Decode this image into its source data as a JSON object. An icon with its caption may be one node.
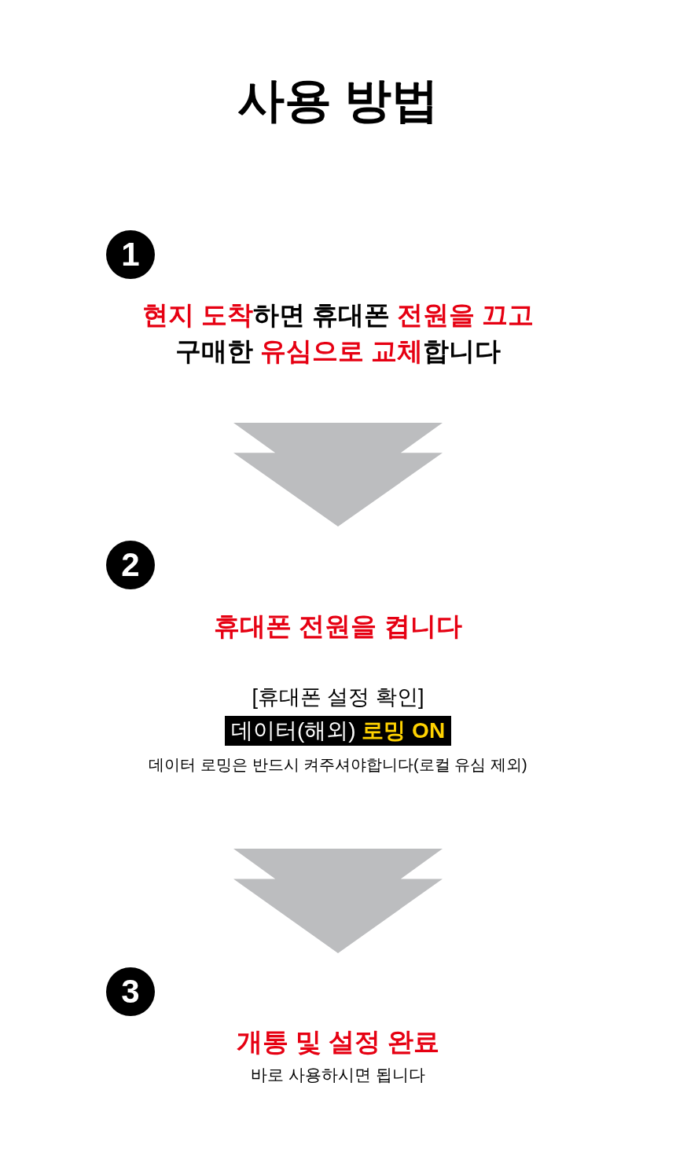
{
  "diagram": {
    "title": "사용 방법",
    "nodes": [
      {
        "text": [
          "1",
          "**현지 도착**하면 휴대폰 **전원을 끄고** 구매한 **유심으로 교체**합니다"
        ]
      },
      {
        "text": [
          "2",
          "휴대폰 전원을 켭니다",
          "[휴대폰 설정 확인]",
          "데이터(해외) **로밍 ON**",
          "데이터 로밍은 반드시 켜주셔야합니다(로컬 유심 제외)"
        ]
      },
      {
        "text": [
          "3",
          "개통 및 설정 완료"
        ]
      }
    ],
    "labels": [
      "바로 사용하시면 됩니다"
    ],
    "edges": [
      {
        "from": 0,
        "to": 1,
        "arrow": "to"
      },
      {
        "from": 1,
        "to": 2,
        "arrow": "to"
      }
    ]
  }
}
